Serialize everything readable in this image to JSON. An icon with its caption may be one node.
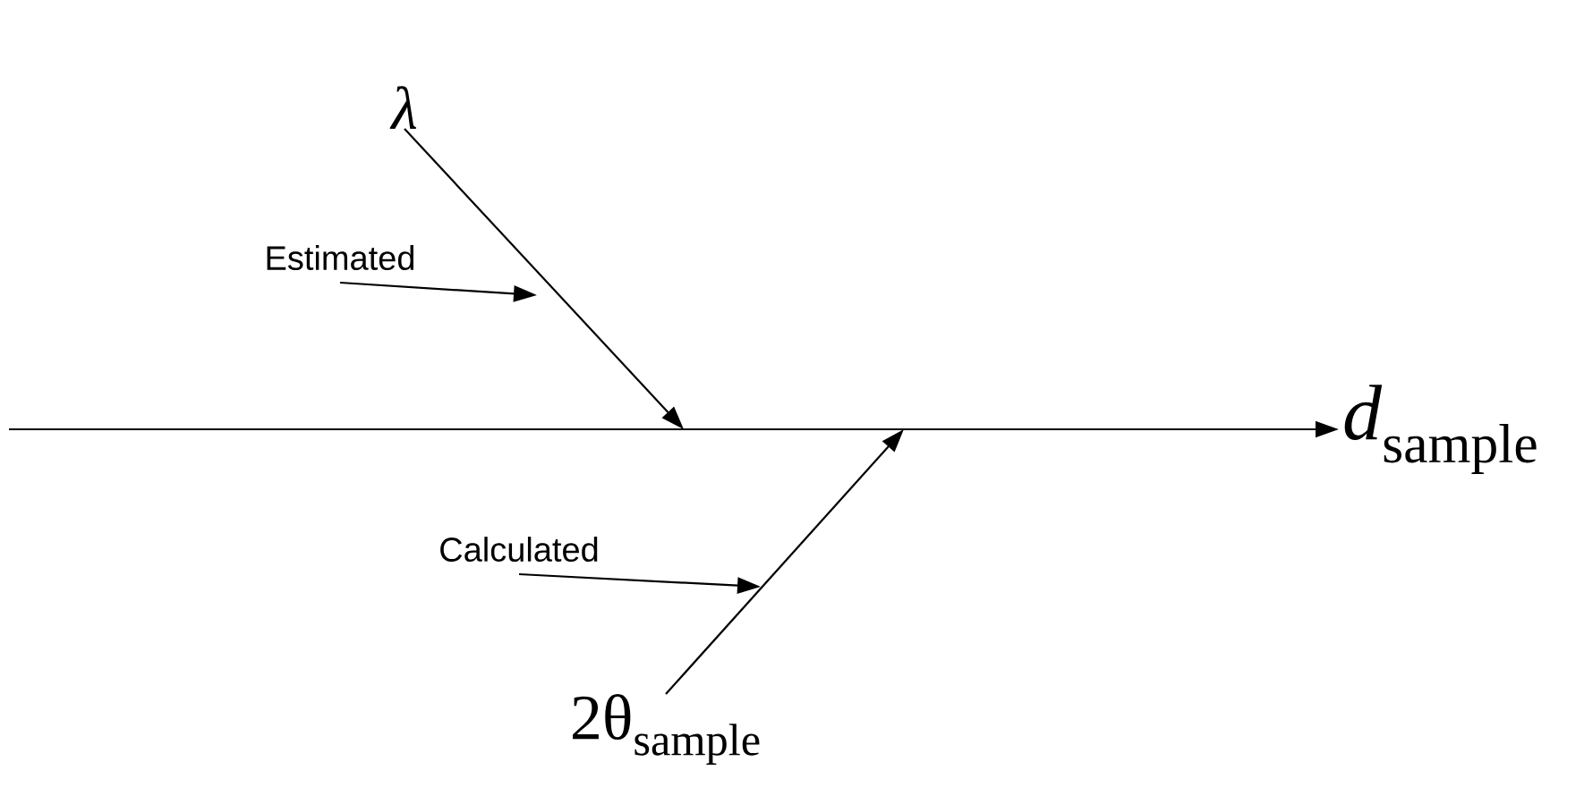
{
  "diagram": {
    "nodes": [
      {
        "text": [
          "*λ*"
        ]
      },
      {
        "text": [
          "*d*$_{sample}$"
        ]
      },
      {
        "text": [
          "2θ$_{sample}$"
        ]
      },
      {
        "text": [
          "Estimated"
        ]
      },
      {
        "text": [
          "Calculated"
        ]
      }
    ],
    "edges": [
      {
        "from": null,
        "to": 1,
        "arrow": "to"
      },
      {
        "from": 0,
        "to": null,
        "arrow": "to"
      },
      {
        "from": 2,
        "to": null,
        "arrow": "to"
      },
      {
        "from": 3,
        "to": null,
        "arrow": "to"
      },
      {
        "from": 4,
        "to": null,
        "arrow": "to"
      }
    ]
  }
}
